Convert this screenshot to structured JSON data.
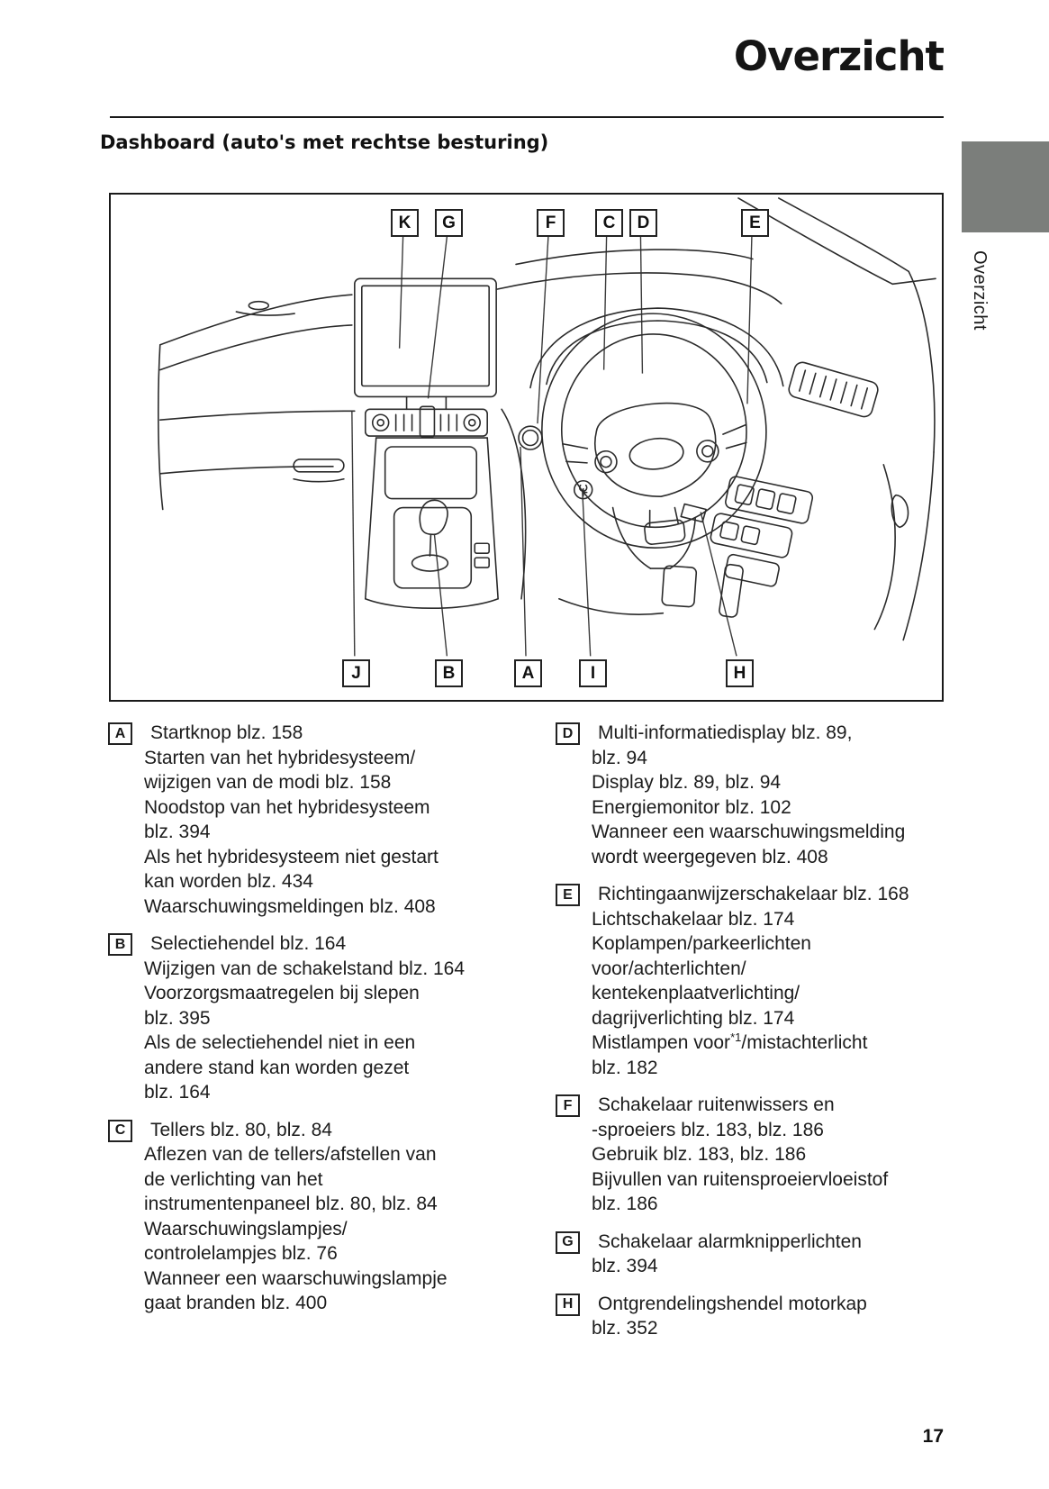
{
  "header": {
    "title": "Overzicht"
  },
  "section_heading": "Dashboard (auto's met rechtse besturing)",
  "side_tab": {
    "label": "Overzicht",
    "color": "#7b7e7b"
  },
  "diagram": {
    "top_callouts": [
      "K",
      "G",
      "F",
      "C",
      "D",
      "E"
    ],
    "bottom_callouts": [
      "J",
      "B",
      "A",
      "I",
      "H"
    ]
  },
  "legend": {
    "left_column": [
      {
        "label": "A",
        "lines": [
          "Startknop blz. 158",
          "Starten van het hybridesysteem/",
          "wijzigen van de modi blz. 158",
          "Noodstop van het hybridesysteem",
          "blz. 394",
          "Als het hybridesysteem niet gestart",
          "kan worden blz. 434",
          "Waarschuwingsmeldingen blz. 408"
        ]
      },
      {
        "label": "B",
        "lines": [
          "Selectiehendel blz. 164",
          "Wijzigen van de schakelstand blz. 164",
          "Voorzorgsmaatregelen bij slepen",
          "blz. 395",
          "Als de selectiehendel niet in een",
          "andere stand kan worden gezet",
          "blz. 164"
        ]
      },
      {
        "label": "C",
        "lines": [
          "Tellers blz. 80, blz. 84",
          "Aflezen van de tellers/afstellen van",
          "de verlichting van het",
          "instrumentenpaneel blz. 80, blz. 84",
          "Waarschuwingslampjes/",
          "controlelampjes blz. 76",
          "Wanneer een waarschuwingslampje",
          "gaat branden blz. 400"
        ]
      }
    ],
    "right_column": [
      {
        "label": "D",
        "lines": [
          "Multi-informatiedisplay blz. 89,",
          "blz. 94",
          "Display blz. 89, blz. 94",
          "Energiemonitor blz. 102",
          "Wanneer een waarschuwingsmelding",
          "wordt weergegeven blz. 408"
        ]
      },
      {
        "label": "E",
        "lines": [
          "Richtingaanwijzerschakelaar blz. 168",
          "Lichtschakelaar blz. 174",
          "Koplampen/parkeerlichten",
          "voor/achterlichten/",
          "kentekenplaatverlichting/",
          "dagrijverlichting blz. 174",
          [
            "Mistlampen voor",
            {
              "sup": "*1"
            },
            "/mistachterlicht"
          ],
          "blz. 182"
        ]
      },
      {
        "label": "F",
        "lines": [
          "Schakelaar ruitenwissers en",
          "-sproeiers blz. 183, blz. 186",
          "Gebruik blz. 183, blz. 186",
          "Bijvullen van ruitensproeiervloeistof",
          "blz. 186"
        ]
      },
      {
        "label": "G",
        "lines": [
          "Schakelaar alarmknipperlichten",
          "blz. 394"
        ]
      },
      {
        "label": "H",
        "lines": [
          "Ontgrendelingshendel motorkap",
          "blz. 352"
        ]
      }
    ]
  },
  "footer": {
    "page_number": "17"
  }
}
